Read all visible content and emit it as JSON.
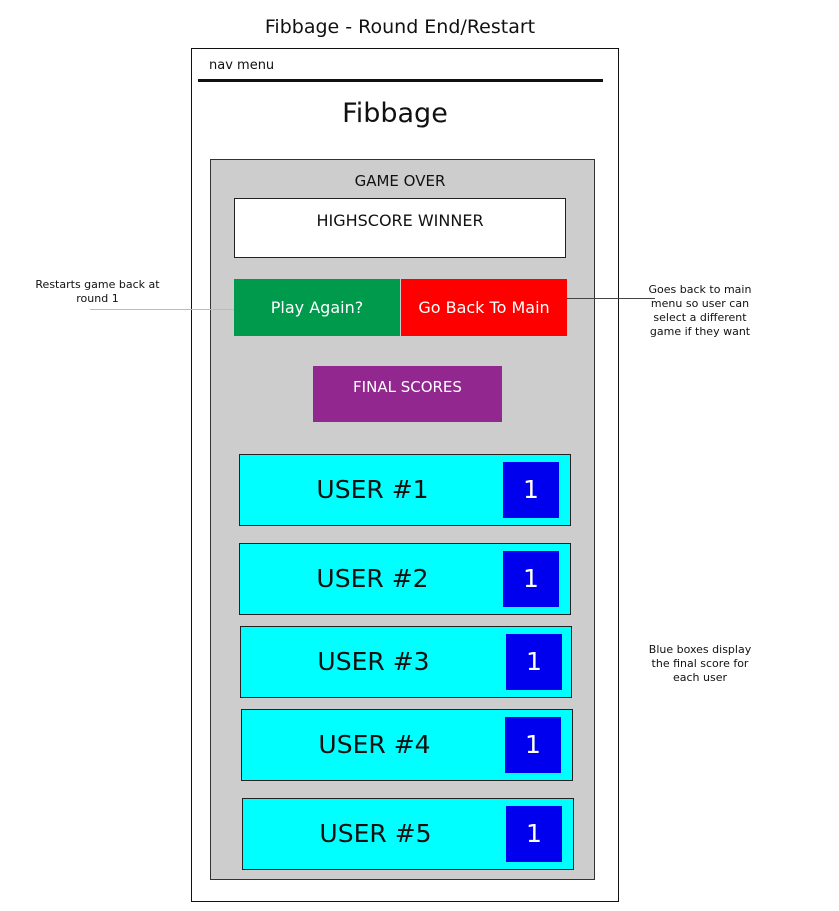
{
  "doc": {
    "title": "Fibbage - Round End/Restart"
  },
  "nav": {
    "label": "nav menu"
  },
  "app": {
    "title": "Fibbage"
  },
  "panel": {
    "heading": "GAME OVER",
    "winner_label": "HIGHSCORE WINNER"
  },
  "buttons": {
    "play_again": "Play Again?",
    "back_to_main": "Go Back To Main"
  },
  "scores": {
    "header": "FINAL SCORES",
    "users": [
      {
        "name": "USER #1",
        "score": "1"
      },
      {
        "name": "USER #2",
        "score": "1"
      },
      {
        "name": "USER #3",
        "score": "1"
      },
      {
        "name": "USER #4",
        "score": "1"
      },
      {
        "name": "USER #5",
        "score": "1"
      }
    ]
  },
  "annotations": {
    "restart": "Restarts game back at round 1",
    "main_menu": "Goes back to main menu so user can select a different game if they want",
    "blue_boxes": "Blue boxes display the final score for each user"
  },
  "colors": {
    "play_again": "#009a4c",
    "back_to_main": "#ff0000",
    "final_scores": "#92278f",
    "user_row": "#00ffff",
    "score_box": "#0000ee",
    "panel": "#cdcdcd"
  }
}
